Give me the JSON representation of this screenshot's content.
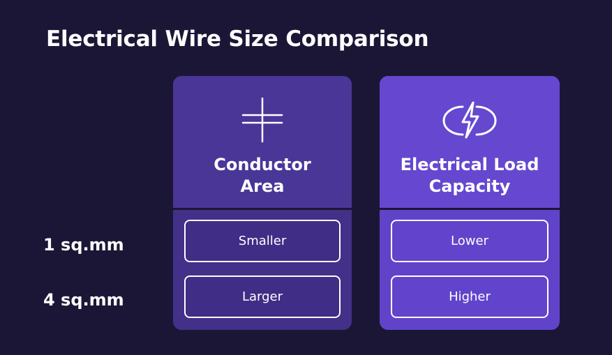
{
  "title": "Electrical Wire Size Comparison",
  "rows": [
    {
      "label": "1 sq.mm"
    },
    {
      "label": "4 sq.mm"
    }
  ],
  "columns": [
    {
      "title_line1": "Conductor",
      "title_line2": "Area",
      "icon": "conductor-cross-icon",
      "color": "#4a3697",
      "cells": [
        "Smaller",
        "Larger"
      ]
    },
    {
      "title_line1": "Electrical Load",
      "title_line2": "Capacity",
      "icon": "lightning-bolt-icon",
      "color": "#6548cf",
      "cells": [
        "Lower",
        "Higher"
      ]
    }
  ]
}
